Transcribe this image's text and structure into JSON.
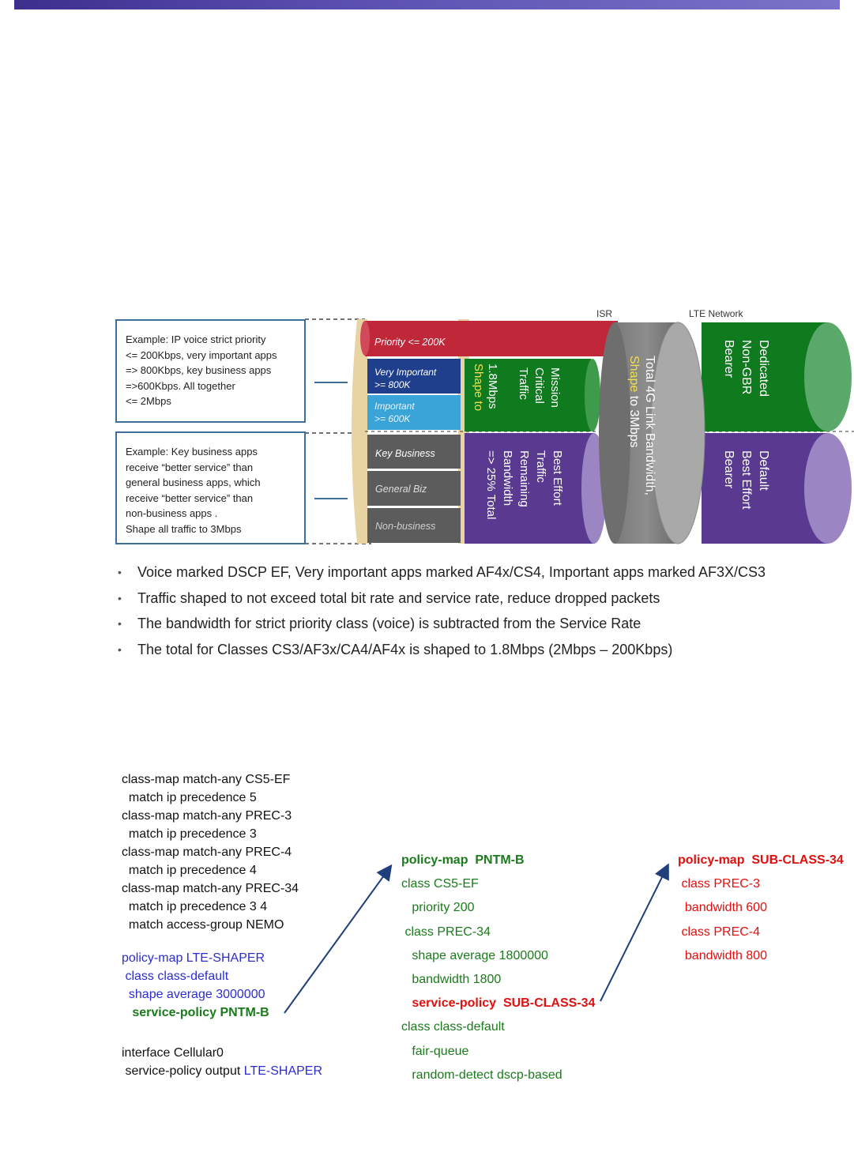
{
  "diagram": {
    "labels": {
      "isr": "ISR",
      "lte_network": "LTE Network"
    },
    "notes": {
      "top": "Example:  IP voice strict priority\n<= 200Kbps, very important apps\n=> 800Kbps, key business apps\n=>600Kbps.  All together\n<= 2Mbps",
      "bottom": "Example:  Key business apps\nreceive “better service” than\ngeneral business apps, which\nreceive “better service” than\nnon-business  apps .\nShape all traffic to 3Mbps"
    },
    "bars": {
      "priority": "Priority <= 200K",
      "very_important": [
        "Very Important",
        ">= 800K"
      ],
      "important": [
        "Important",
        ">= 600K"
      ],
      "key_business": "Key Business",
      "general_biz": "General Biz",
      "non_business": "Non-business"
    },
    "mission": {
      "shape_lines": [
        "Shape to",
        "1.8Mbps"
      ],
      "lines": [
        "Traffic",
        "Critical",
        "Mission"
      ]
    },
    "best_effort": {
      "lines": [
        "=> 25% Total",
        "Bandwidth",
        "Remaining",
        "Traffic",
        "Best Effort"
      ]
    },
    "total": {
      "line1": "Total 4G Link Bandwidth,",
      "line2_shape": "Shape",
      "line2_rest": " to 3Mbps"
    },
    "dedicated": {
      "lines": [
        "Bearer",
        "Non-GBR",
        "Dedicated"
      ]
    },
    "default": {
      "lines": [
        "Bearer",
        "Best Effort",
        "Default"
      ]
    },
    "colors": {
      "red": "#c0283a",
      "navy": "#1f3f8c",
      "lightblue": "#3aa3d8",
      "green": "#0f7a1e",
      "purple": "#5a3a91",
      "gray": "#5c5c5c",
      "tan": "#e8d4a3"
    }
  },
  "bullets": [
    "Voice marked DSCP EF, Very important apps marked AF4x/CS4, Important apps marked AF3X/CS3",
    "Traffic shaped to not exceed total bit rate and service rate, reduce dropped packets",
    "The bandwidth for strict priority class (voice) is subtracted from the Service Rate",
    "The total for Classes CS3/AF3x/CA4/AF4x is shaped to 1.8Mbps (2Mbps – 200Kbps)"
  ],
  "config_left": [
    "class-map match-any CS5-EF",
    "  match ip precedence 5",
    "class-map match-any PREC-3",
    "  match ip precedence 3",
    "class-map match-any PREC-4",
    "  match ip precedence 4",
    "class-map match-any PREC-34",
    "  match ip precedence 3 4",
    "  match access-group NEMO"
  ],
  "config_shaper": {
    "policy": "policy-map LTE-SHAPER",
    "class": " class class-default",
    "shape": "  shape average 3000000",
    "service": "   service-policy PNTM-B"
  },
  "config_interface": {
    "iface": "interface Cellular0",
    "output_prefix": " service-policy output ",
    "output_policy": "LTE-SHAPER"
  },
  "config_pntm": [
    "policy-map  PNTM-B",
    "class CS5-EF",
    "   priority 200",
    " class PREC-34",
    "   shape average 1800000",
    "   bandwidth 1800",
    "   service-policy  SUB-CLASS-34",
    "class class-default",
    "   fair-queue",
    "   random-detect dscp-based"
  ],
  "config_sub": [
    "policy-map  SUB-CLASS-34",
    " class PREC-3",
    "  bandwidth 600",
    " class PREC-4",
    "  bandwidth 800"
  ]
}
